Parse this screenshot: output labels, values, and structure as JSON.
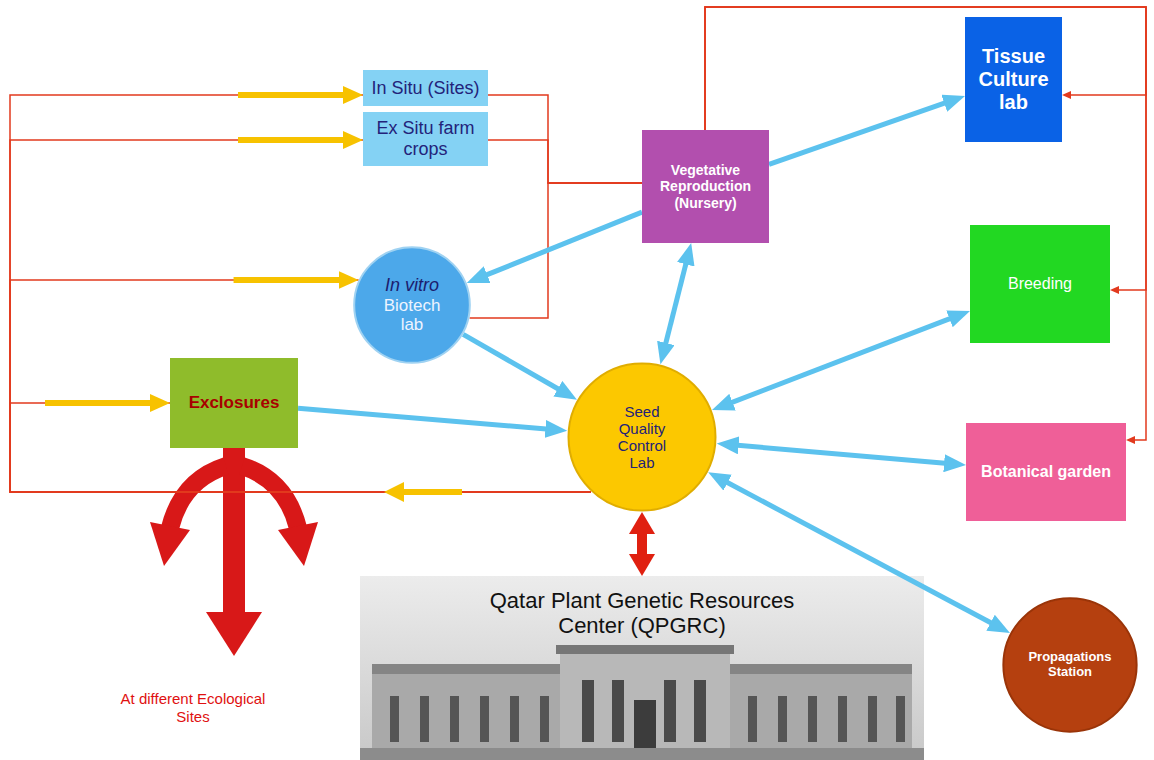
{
  "diagram": {
    "nodes": [
      {
        "text": [
          "In Situ (Sites)"
        ]
      },
      {
        "text": [
          "Ex Situ farm crops"
        ]
      },
      {
        "text": [
          "Vegetative Reproduction (Nursery)"
        ]
      },
      {
        "text": [
          "Tissue Culture lab"
        ]
      },
      {
        "text": [
          "In vitro",
          "Biotech lab"
        ]
      },
      {
        "text": [
          "Breeding"
        ]
      },
      {
        "text": [
          "Exclosures"
        ]
      },
      {
        "text": [
          "Seed Quality Control Lab"
        ]
      },
      {
        "text": [
          "Botanical garden"
        ]
      },
      {
        "text": [
          "Qatar Plant Genetic Resources Center (QPGRC)"
        ]
      },
      {
        "text": [
          "Propagations Station"
        ]
      }
    ],
    "edges": [
      {
        "from": 7,
        "to": 0,
        "arrow": "to"
      },
      {
        "from": 7,
        "to": 1,
        "arrow": "to"
      },
      {
        "from": 7,
        "to": 4,
        "arrow": "to"
      },
      {
        "from": 7,
        "to": 6,
        "arrow": "to"
      },
      {
        "from": 0,
        "to": 2,
        "arrow": "none"
      },
      {
        "from": 1,
        "to": 2,
        "arrow": "none"
      },
      {
        "from": 4,
        "to": 2,
        "arrow": "none"
      },
      {
        "from": 2,
        "to": 3,
        "arrow": "to"
      },
      {
        "from": 2,
        "to": 5,
        "arrow": "to"
      },
      {
        "from": 2,
        "to": 8,
        "arrow": "to"
      },
      {
        "from": 2,
        "to": 3,
        "arrow": "to"
      },
      {
        "from": 2,
        "to": 4,
        "arrow": "to"
      },
      {
        "from": 4,
        "to": 7,
        "arrow": "to"
      },
      {
        "from": 2,
        "to": 7,
        "arrow": "both"
      },
      {
        "from": 5,
        "to": 7,
        "arrow": "both"
      },
      {
        "from": 6,
        "to": 7,
        "arrow": "to"
      },
      {
        "from": 7,
        "to": 8,
        "arrow": "both"
      },
      {
        "from": 7,
        "to": 10,
        "arrow": "both"
      },
      {
        "from": 7,
        "to": 9,
        "arrow": "both"
      }
    ],
    "labels": [
      "At different Ecological Sites"
    ]
  }
}
